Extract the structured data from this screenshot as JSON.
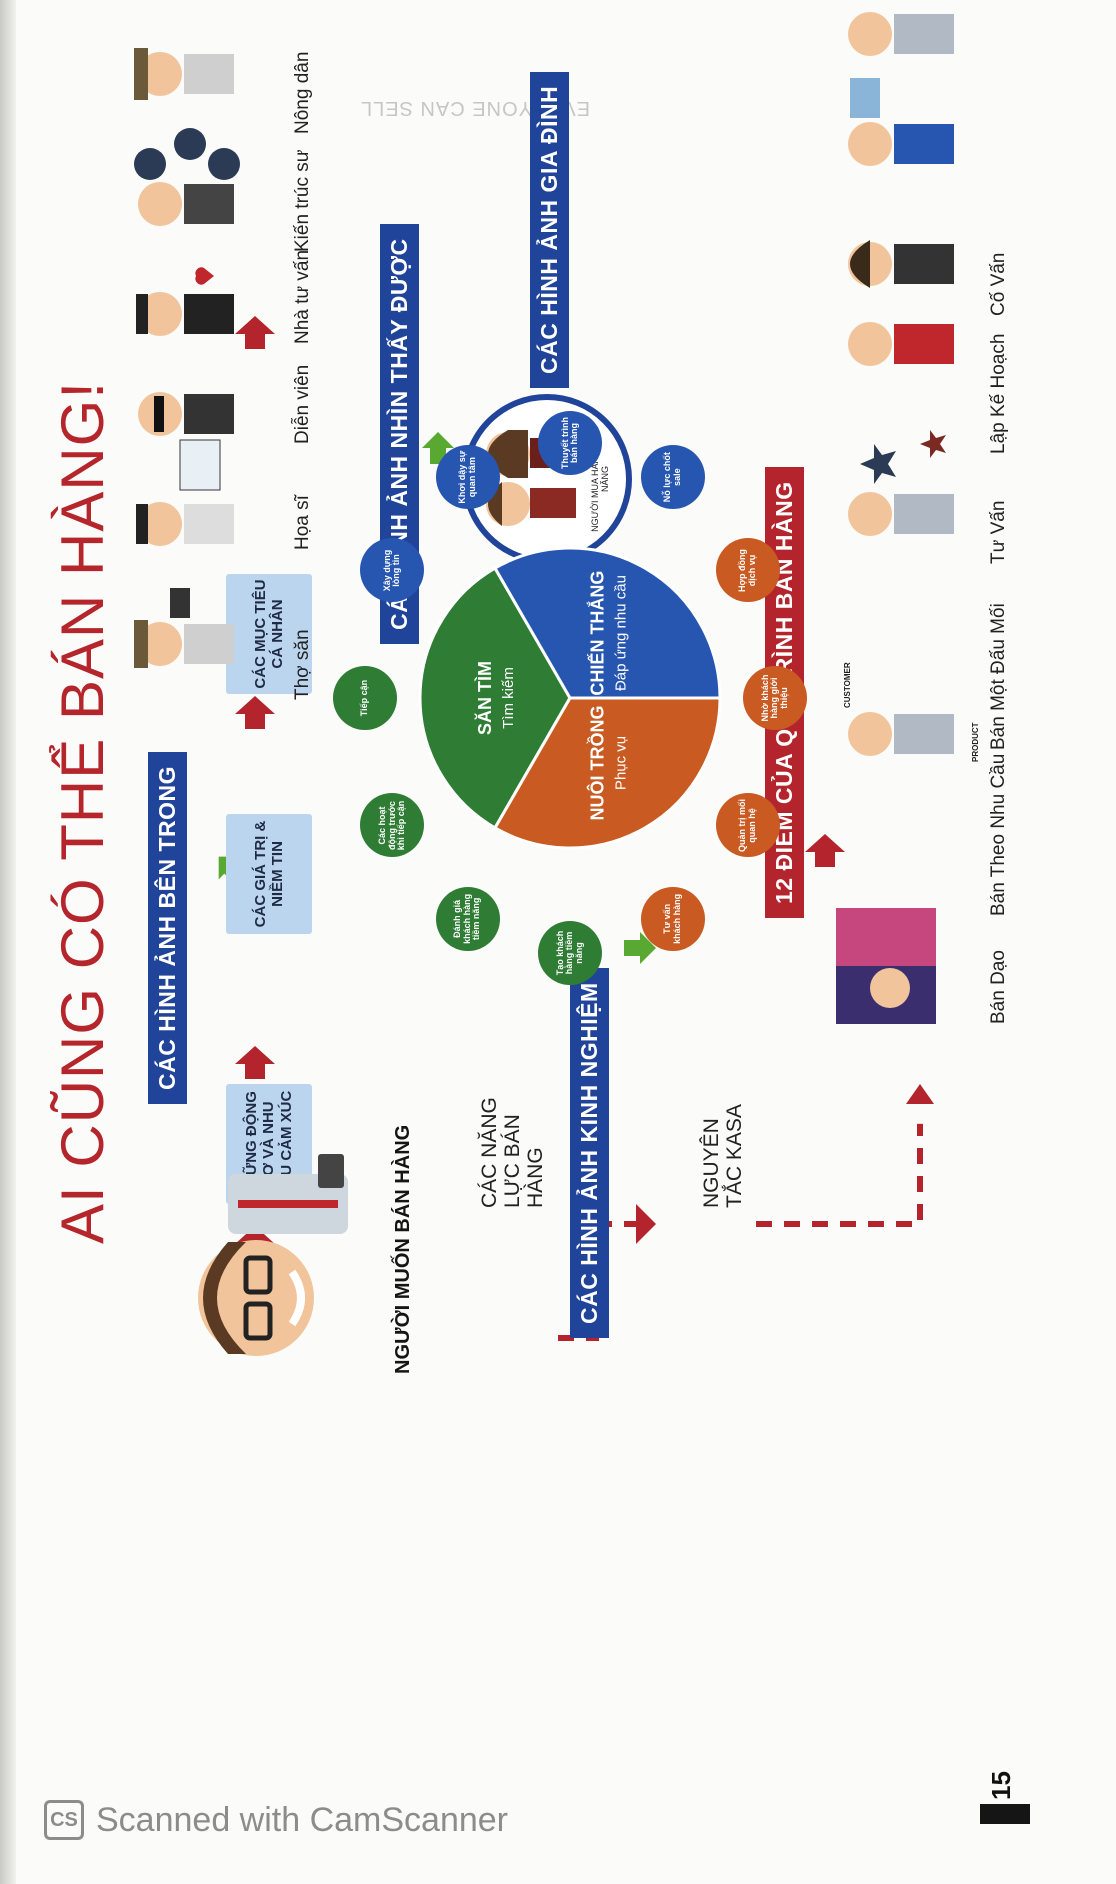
{
  "title": "AI CŨNG CÓ THỂ BÁN HÀNG!",
  "header_ghost": "EVERYONE CAN SELL",
  "sections": {
    "inner": "CÁC HÌNH ẢNH BÊN TRONG",
    "visible": "CÁC HÌNH ẢNH NHÌN THẤY ĐƯỢC",
    "family": "CÁC HÌNH ẢNH GIA ĐÌNH",
    "experience": "CÁC HÌNH ẢNH KINH NGHIỆM",
    "twelve": "12 ĐIỂM CỦA QUY TRÌNH BÁN HÀNG"
  },
  "inner_boxes": [
    "NHỮNG ĐỘNG CƠ VÀ NHU CẦU CẢM XÚC",
    "CÁC GIÁ TRỊ & NIỀM TIN",
    "CÁC MỤC TIÊU CÁ NHÂN"
  ],
  "seller_label": "NGƯỜI MUỐN BÁN HÀNG",
  "ability_label": "CÁC NĂNG LỰC BÁN HÀNG",
  "kasa_label": "NGUYÊN TẮC KASA",
  "family_caption": "NGƯỜI MUA HÀNG TIỀM NĂNG",
  "professions": [
    "Thợ săn",
    "Họa sĩ",
    "Diễn viên",
    "Nhà tư vấn",
    "Kiến trúc sư",
    "Nông dân"
  ],
  "sales_types": [
    "Bán Dạo",
    "Bán Theo Nhu Cầu",
    "Bán Một Đấu Mối",
    "Tư Vấn",
    "Lập Kế Hoạch",
    "Cố Vấn"
  ],
  "figure_tags": {
    "product": "PRODUCT",
    "customer": "CUSTOMER"
  },
  "wedges": [
    {
      "title": "SĂN TÌM",
      "sub": "Tìm kiếm",
      "color": "#2f7d34"
    },
    {
      "title": "CHIẾN THẮNG",
      "sub": "Đáp ứng nhu cầu",
      "color": "#2756b0"
    },
    {
      "title": "NUÔI TRỒNG",
      "sub": "Phục vụ",
      "color": "#c95a22"
    }
  ],
  "points": [
    {
      "label": "Tiếp cận",
      "color": "#2f7d34"
    },
    {
      "label": "Xây dựng lòng tin",
      "color": "#2756b0"
    },
    {
      "label": "Khơi dậy sự quan tâm",
      "color": "#2756b0"
    },
    {
      "label": "Thuyết trình bán hàng",
      "color": "#2756b0"
    },
    {
      "label": "Nỗ lực chốt sale",
      "color": "#2756b0"
    },
    {
      "label": "Hợp đồng dịch vụ",
      "color": "#c95a22"
    },
    {
      "label": "Nhờ khách hàng giới thiệu",
      "color": "#c95a22"
    },
    {
      "label": "Quản trị mối quan hệ",
      "color": "#c95a22"
    },
    {
      "label": "Tư vấn khách hàng",
      "color": "#c95a22"
    },
    {
      "label": "Tạo khách hàng tiềm năng",
      "color": "#2f7d34"
    },
    {
      "label": "Đánh giá khách hàng tiềm năng",
      "color": "#2f7d34"
    },
    {
      "label": "Các hoạt động trước khi tiếp cận",
      "color": "#2f7d34"
    }
  ],
  "page_number": "15",
  "watermark": {
    "logo": "CS",
    "text": "Scanned with CamScanner"
  },
  "colors": {
    "red": "#b3242c",
    "blue": "#20449a",
    "green": "#58a832",
    "lightblue": "#bcd5ef"
  }
}
